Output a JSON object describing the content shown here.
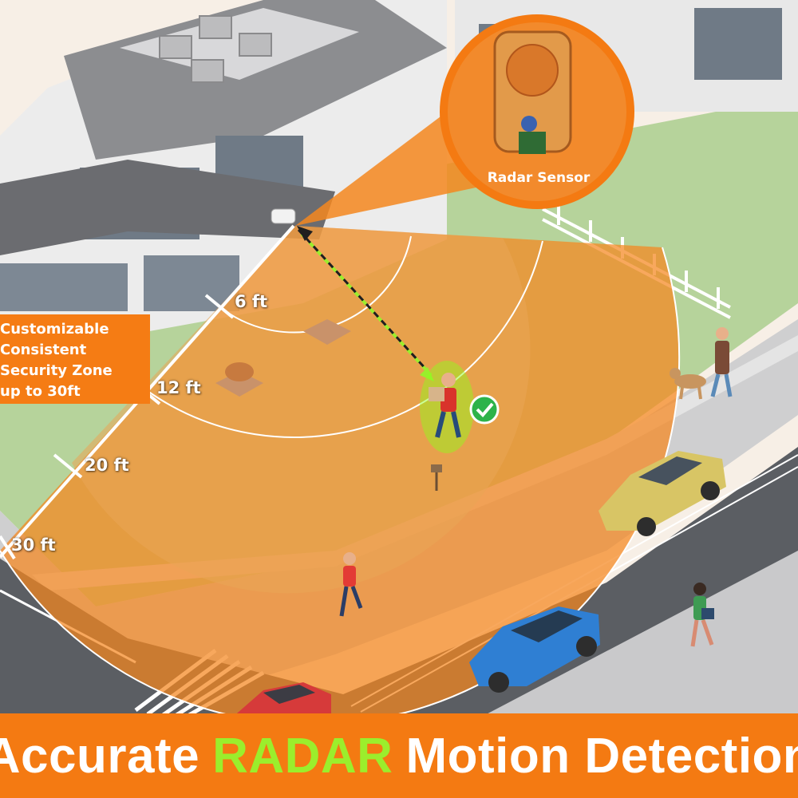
{
  "callout": {
    "lines": [
      "Customizable",
      "Consistent",
      "Security Zone",
      "up to 30ft"
    ]
  },
  "sensor": {
    "label": "Radar Sensor"
  },
  "distances": {
    "d6": "6 ft",
    "d12": "12 ft",
    "d20": "20 ft",
    "d30": "30 ft"
  },
  "banner": {
    "part1": "Accurate",
    "highlight": "RADAR",
    "part2": "Motion Detection"
  },
  "colors": {
    "accent_orange": "#f47a12",
    "highlight_green": "#9bee2c",
    "zone_fill": "#f5871e",
    "detected_person_glow": "#8cff1a"
  },
  "icons": {
    "detected": "check-icon"
  }
}
